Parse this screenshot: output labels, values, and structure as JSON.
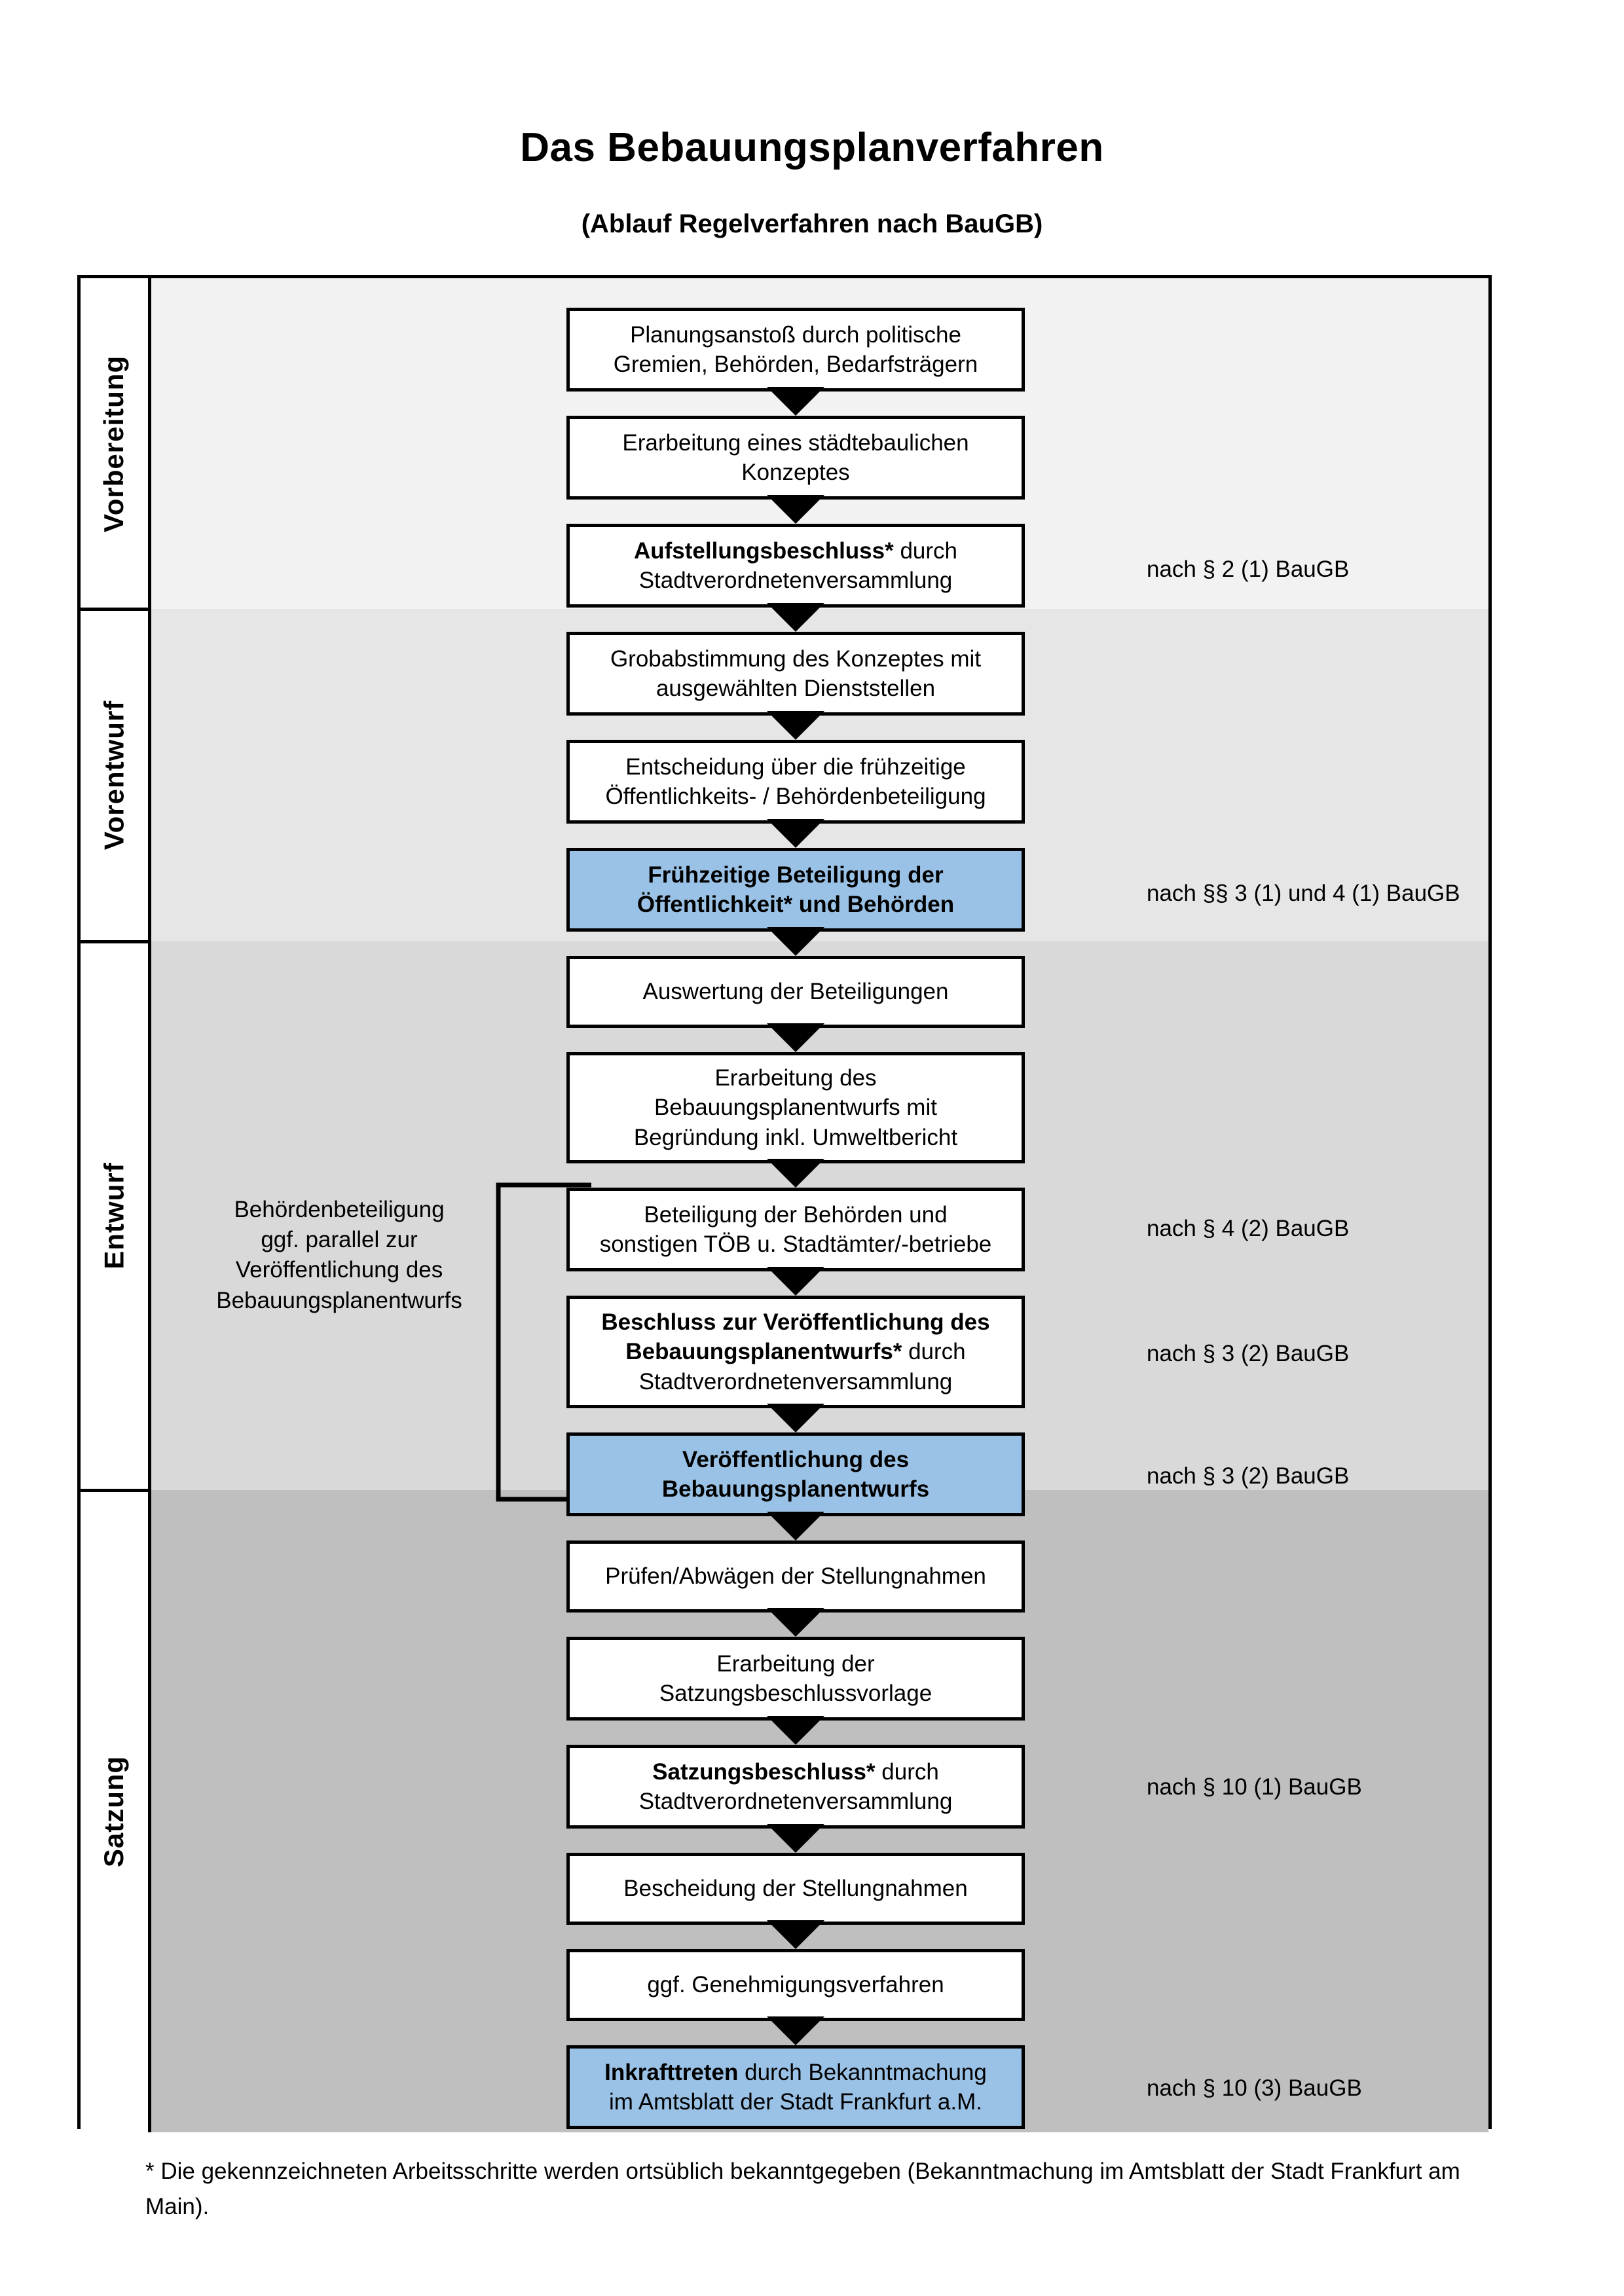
{
  "title": "Das Bebauungsplanverfahren",
  "subtitle": "(Ablauf Regelverfahren nach BauGB)",
  "phases": [
    {
      "label": "Vorbereitung",
      "bg": "#f2f2f2"
    },
    {
      "label": "Vorentwurf",
      "bg": "#e6e6e6"
    },
    {
      "label": "Entwurf",
      "bg": "#d9d9d9"
    },
    {
      "label": "Satzung",
      "bg": "#bfbfbf"
    }
  ],
  "steps": {
    "s1": {
      "line1": "Planungsanstoß durch politische",
      "line2": "Gremien, Behörden, Bedarfsträgern"
    },
    "s2": {
      "line1": "Erarbeitung eines städtebaulichen",
      "line2": "Konzeptes"
    },
    "s3": {
      "bold": "Aufstellungsbeschluss*",
      "rest": " durch",
      "line2": "Stadtverordnetenversammlung"
    },
    "s4": {
      "line1": "Grobabstimmung des Konzeptes mit",
      "line2": "ausgewählten Dienststellen"
    },
    "s5": {
      "line1": "Entscheidung über die frühzeitige",
      "line2": "Öffentlichkeits- / Behördenbeteiligung"
    },
    "s6": {
      "line1": "Frühzeitige Beteiligung der",
      "line2": "Öffentlichkeit* und Behörden"
    },
    "s7": {
      "line1": "Auswertung der Beteiligungen"
    },
    "s8": {
      "line1": "Erarbeitung des",
      "line2": "Bebauungsplanentwurfs mit",
      "line3": "Begründung inkl. Umweltbericht"
    },
    "s9": {
      "line1": "Beteiligung der Behörden und",
      "line2": "sonstigen TÖB u. Stadtämter/-betriebe"
    },
    "s10": {
      "bold1": "Beschluss zur Veröffentlichung des",
      "bold2": "Bebauungsplanentwurfs*",
      "rest": " durch",
      "line3": "Stadtverordnetenversammlung"
    },
    "s11": {
      "line1": "Veröffentlichung des",
      "line2": "Bebauungsplanentwurfs"
    },
    "s12": {
      "line1": "Prüfen/Abwägen der Stellungnahmen"
    },
    "s13": {
      "line1": "Erarbeitung der",
      "line2": "Satzungsbeschlussvorlage"
    },
    "s14": {
      "bold": "Satzungsbeschluss*",
      "rest": " durch",
      "line2": "Stadtverordnetenversammlung"
    },
    "s15": {
      "line1": "Bescheidung der Stellungnahmen"
    },
    "s16": {
      "line1": "ggf. Genehmigungsverfahren"
    },
    "s17": {
      "bold": "Inkrafttreten",
      "rest": " durch Bekanntmachung",
      "line2": "im Amtsblatt der Stadt Frankfurt a.M."
    }
  },
  "sidenote": {
    "line1": "Behördenbeteiligung",
    "line2": "ggf. parallel zur",
    "line3": "Veröffentlichung des",
    "line4": "Bebauungsplanentwurfs"
  },
  "references": {
    "r1": "nach § 2 (1) BauGB",
    "r2": "nach §§ 3 (1) und 4 (1) BauGB",
    "r3": "nach § 4 (2) BauGB",
    "r4": "nach § 3 (2) BauGB",
    "r5": "nach § 3 (2) BauGB",
    "r6": "nach § 10 (1) BauGB",
    "r7": "nach § 10 (3) BauGB"
  },
  "footnote": "* Die gekennzeichneten Arbeitsschritte werden ortsüblich bekanntgegeben (Bekanntmachung im Amtsblatt  der Stadt Frankfurt am Main).",
  "colors": {
    "highlight_blue": "#9ac2e6",
    "phase1_bg": "#f2f2f2",
    "phase2_bg": "#e6e6e6",
    "phase3_bg": "#d9d9d9",
    "phase4_bg": "#bfbfbf",
    "border": "#000000"
  }
}
